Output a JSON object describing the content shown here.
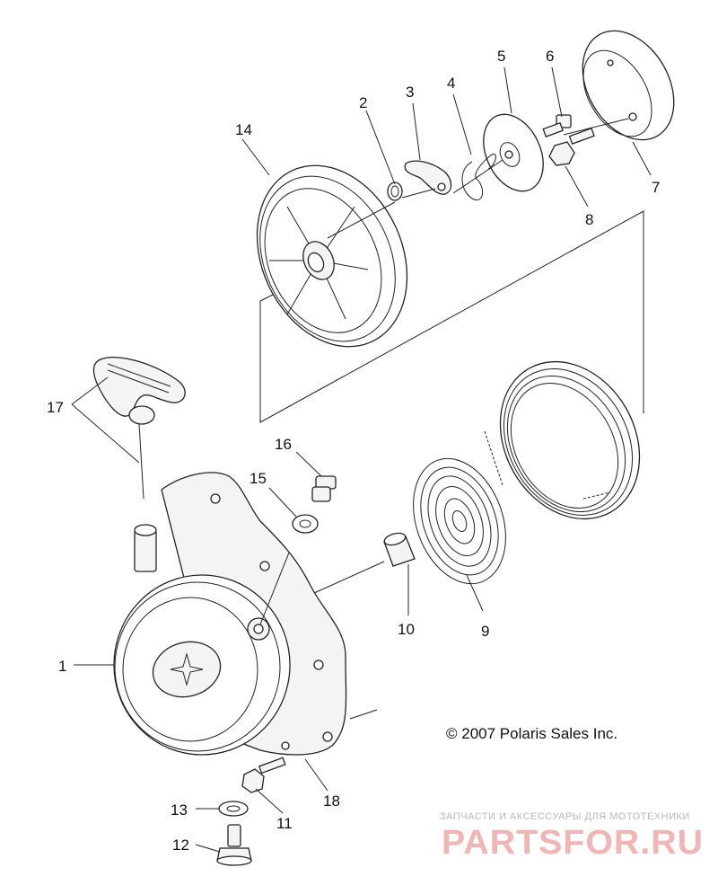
{
  "callouts": {
    "c1": "1",
    "c2": "2",
    "c3": "3",
    "c4": "4",
    "c5": "5",
    "c6": "6",
    "c7": "7",
    "c8": "8",
    "c9": "9",
    "c10": "10",
    "c11": "11",
    "c12": "12",
    "c13": "13",
    "c14": "14",
    "c15": "15",
    "c16": "16",
    "c17": "17",
    "c18": "18"
  },
  "copyright": "© 2007 Polaris Sales Inc.",
  "watermark": {
    "tagline": "ЗАПЧАСТИ И АКСЕССУАРЫ ДЛЯ МОТОТЕХНИКИ",
    "brand": "PARTSFOR.RU"
  }
}
